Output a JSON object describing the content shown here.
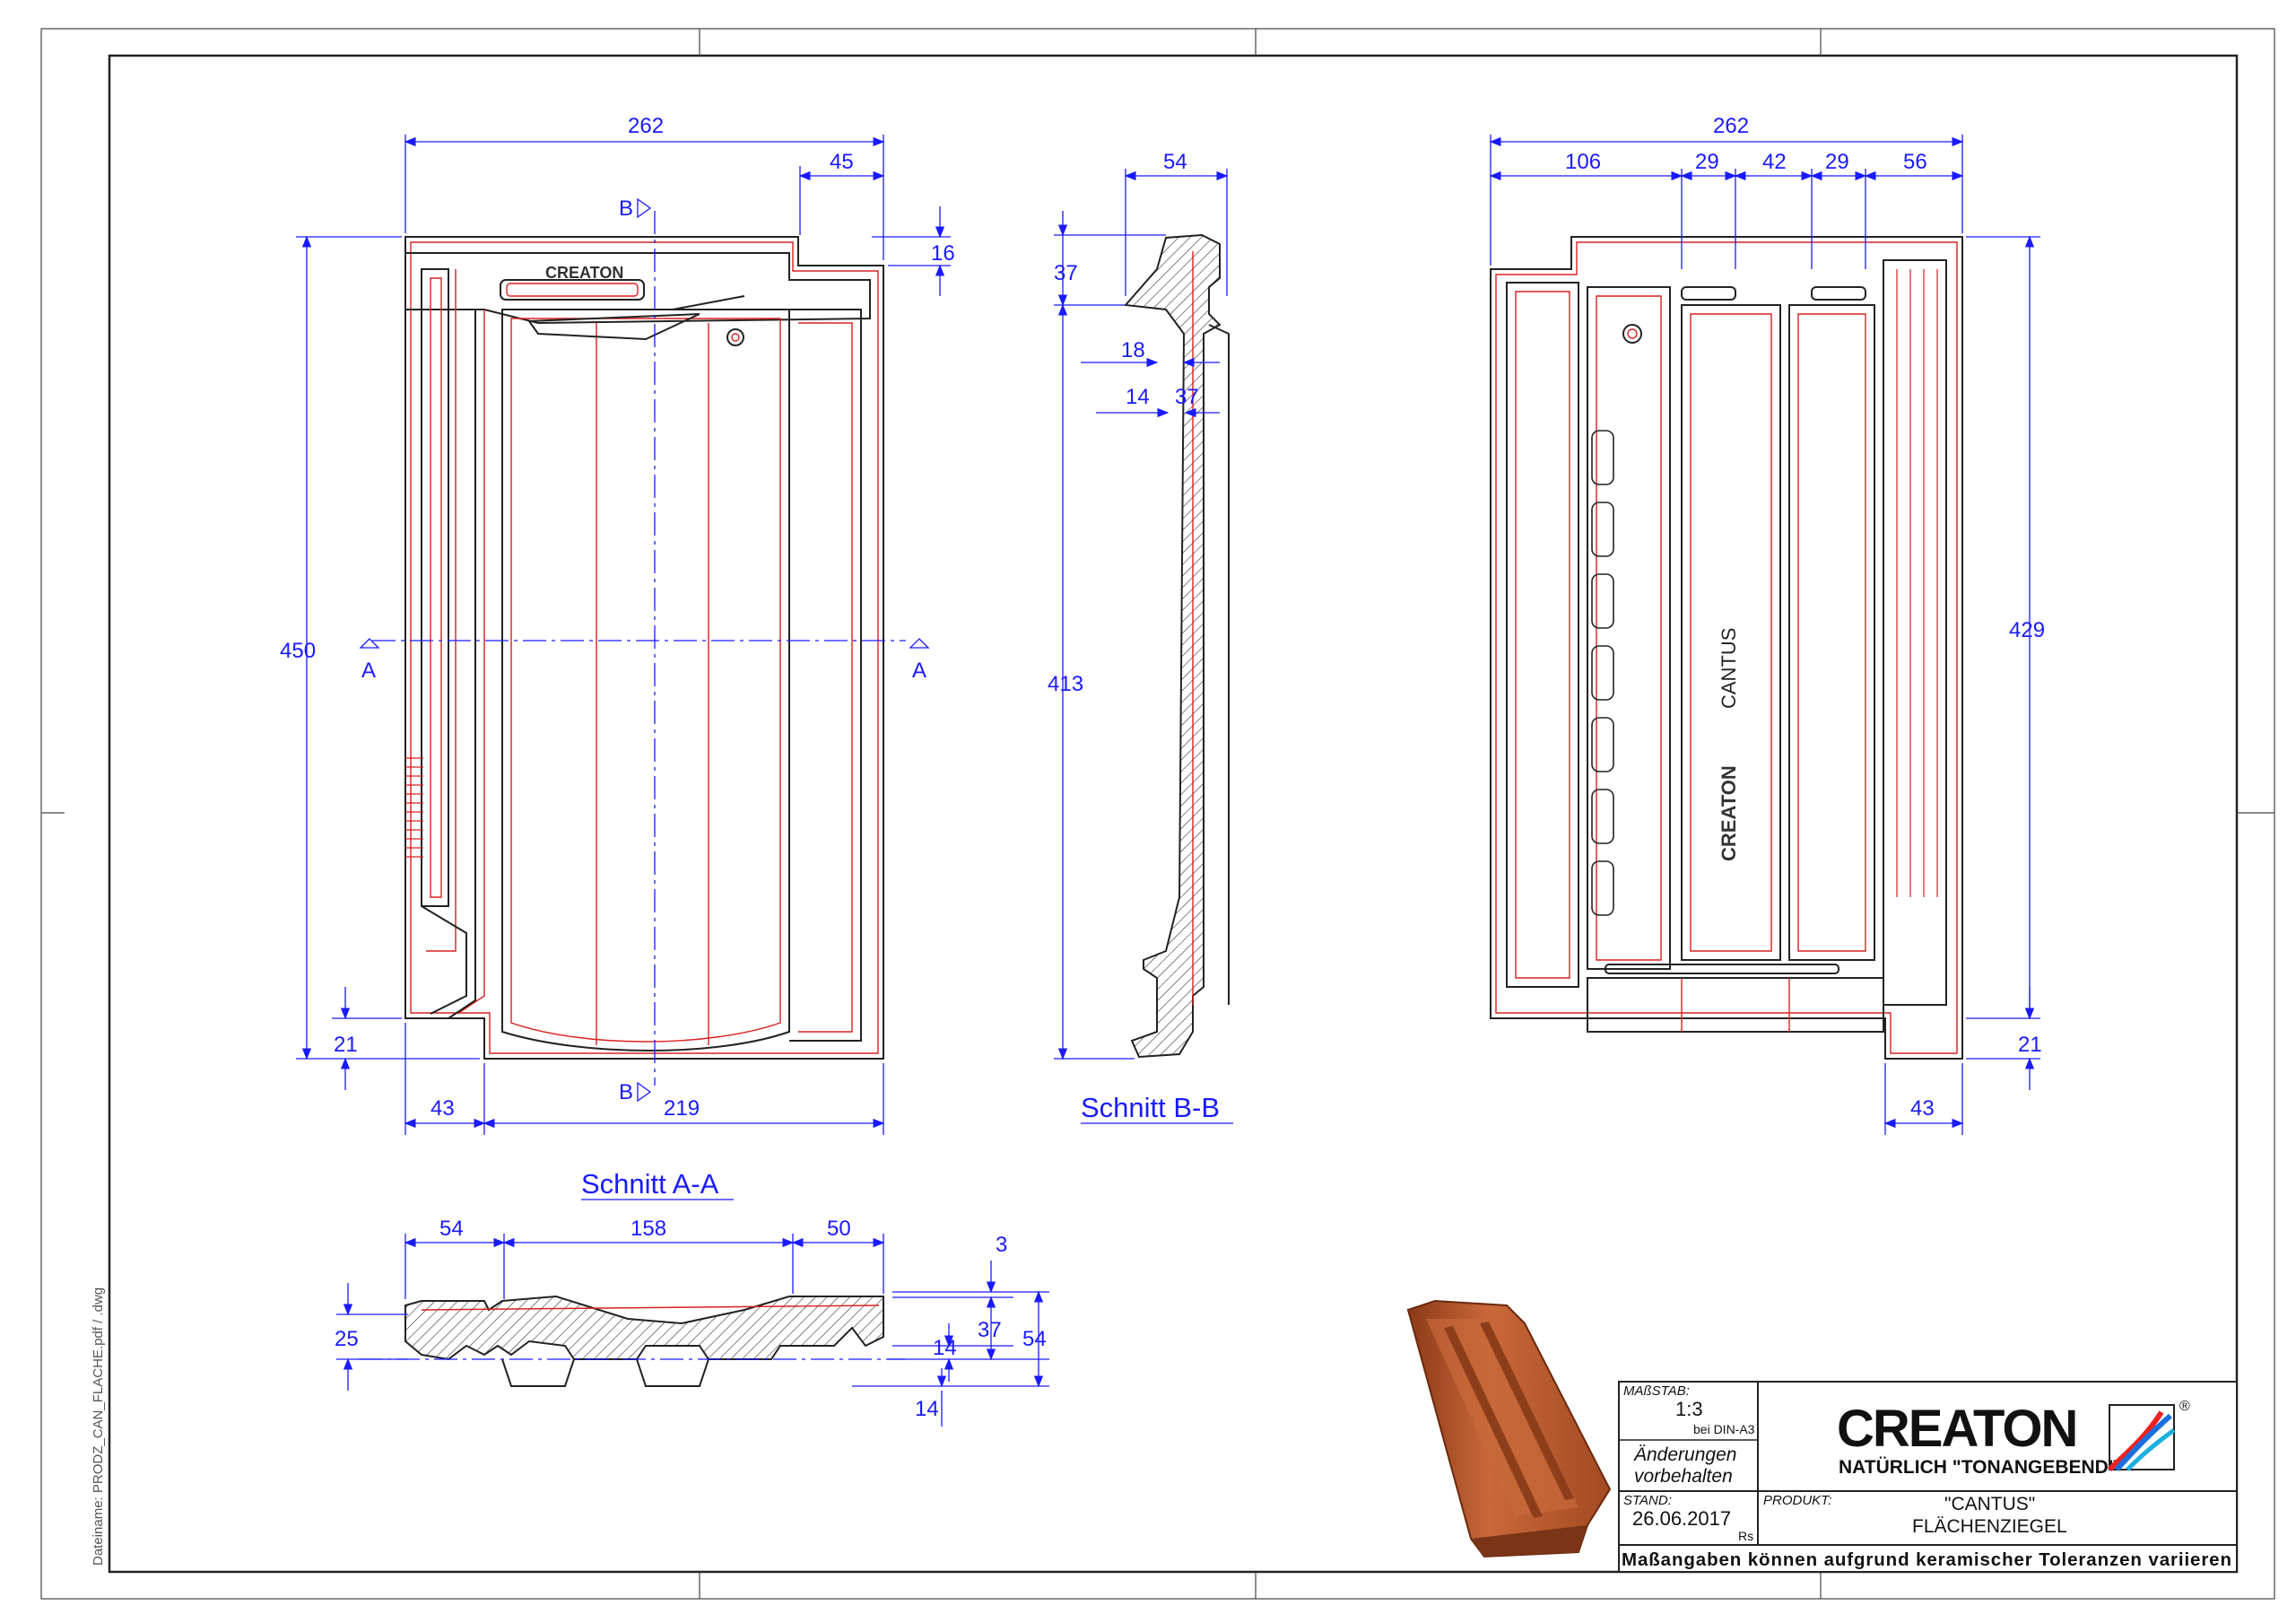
{
  "file_label": "Dateiname: PRODZ_CAN_FLACHE.pdf / .dwg",
  "front_view": {
    "top_dims": [
      "262",
      "45"
    ],
    "right_dim": "16",
    "height_dim": "450",
    "bottom_dims": [
      "21",
      "43",
      "219"
    ],
    "section_marker_b": "B",
    "section_marker_a": "A",
    "logo_text": "CREATON"
  },
  "section_bb": {
    "title": "Schnitt B-B",
    "dims": [
      "54",
      "37",
      "18",
      "14",
      "37",
      "413"
    ]
  },
  "back_view": {
    "top_dim": "262",
    "segment_dims": [
      "106",
      "29",
      "42",
      "29",
      "56"
    ],
    "height_dim": "429",
    "bottom_dims": [
      "21",
      "43"
    ],
    "brand_vertical": "CREATON",
    "model_vertical": "CANTUS"
  },
  "section_aa": {
    "title": "Schnitt A-A",
    "top_dims": [
      "54",
      "158",
      "50"
    ],
    "left_dim": "25",
    "right_dims": [
      "3",
      "37",
      "54",
      "14",
      "14"
    ]
  },
  "title_block": {
    "scale_label": "MAßSTAB:",
    "scale": "1:3",
    "scale_note": "bei DIN-A3",
    "changes_note_line1": "Änderungen",
    "changes_note_line2": "vorbehalten",
    "date_label": "STAND:",
    "date": "26.06.2017",
    "author": "Rs",
    "product_label": "PRODUKT:",
    "product_line1": "\"CANTUS\"",
    "product_line2": "FLÄCHENZIEGEL",
    "brand": "CREATON",
    "slogan": "NATÜRLICH \"TONANGEBEND\"",
    "registered": "®",
    "footer": "Maßangaben können aufgrund keramischer Toleranzen variieren"
  },
  "colors": {
    "dimension_blue": "#1a1aff",
    "outline_red": "#d92020",
    "tile_terracotta": "#b8592e"
  }
}
